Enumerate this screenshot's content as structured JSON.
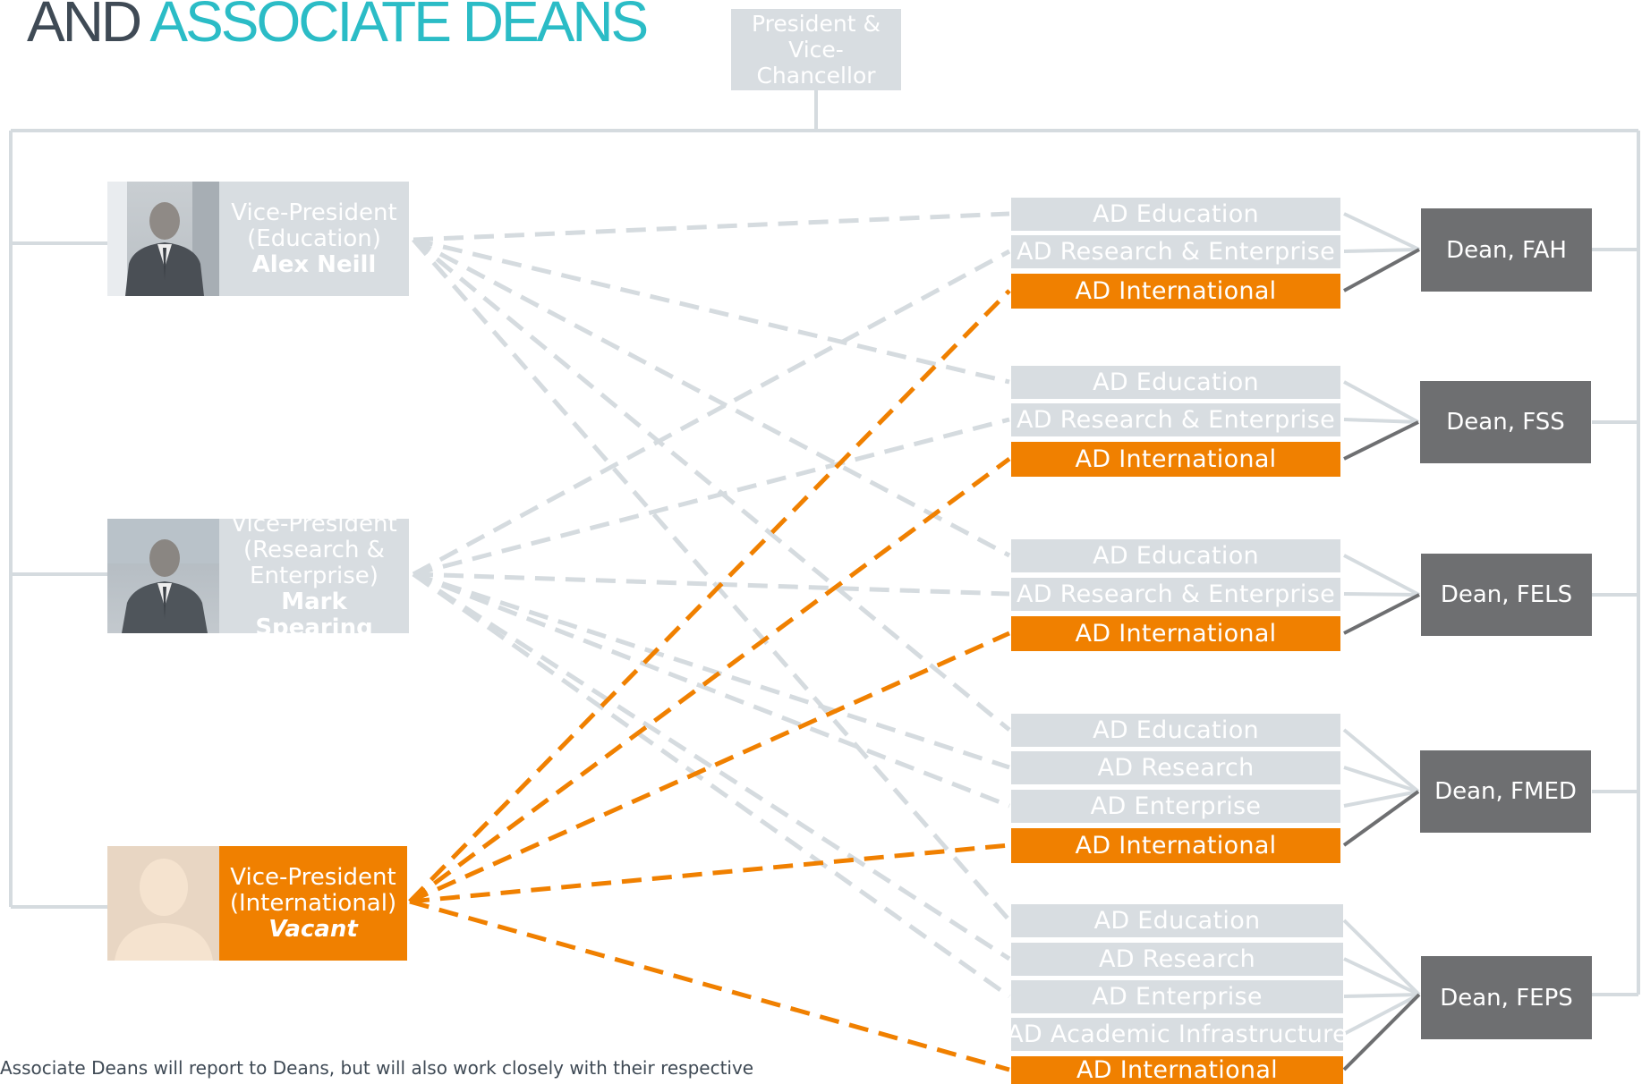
{
  "title": {
    "part1": "AND",
    "part2": "ASSOCIATE DEANS"
  },
  "president": {
    "label": "President & Vice-Chancellor"
  },
  "vps": {
    "education": {
      "role": "Vice-President",
      "portfolio": "(Education)",
      "name": "Alex Neill"
    },
    "research": {
      "role": "Vice-President",
      "portfolio": "(Research & Enterprise)",
      "name": "Mark Spearing"
    },
    "international": {
      "role": "Vice-President",
      "portfolio": "(International)",
      "name": "Vacant"
    }
  },
  "faculties": {
    "fah": {
      "dean": "Dean, FAH",
      "ads": [
        "AD Education",
        "AD Research & Enterprise",
        "AD International"
      ]
    },
    "fss": {
      "dean": "Dean, FSS",
      "ads": [
        "AD Education",
        "AD Research & Enterprise",
        "AD International"
      ]
    },
    "fels": {
      "dean": "Dean, FELS",
      "ads": [
        "AD Education",
        "AD Research & Enterprise",
        "AD International"
      ]
    },
    "fmed": {
      "dean": "Dean, FMED",
      "ads": [
        "AD Education",
        "AD Research",
        "AD Enterprise",
        "AD International"
      ]
    },
    "feps": {
      "dean": "Dean, FEPS",
      "ads": [
        "AD Education",
        "AD Research",
        "AD Enterprise",
        "AD Academic Infrastructure",
        "AD International"
      ]
    }
  },
  "footnote": "Associate Deans will report to Deans, but will also work closely with their respective",
  "colors": {
    "orange": "#f08000",
    "light_grey": "#d8dde1",
    "dean_grey": "#6e6f71",
    "teal": "#2bbcc6",
    "dark": "#3f4a55"
  },
  "links": {
    "education": [
      [
        "fah",
        0
      ],
      [
        "fss",
        0
      ],
      [
        "fels",
        0
      ],
      [
        "fmed",
        0
      ],
      [
        "feps",
        0
      ]
    ],
    "research": [
      [
        "fah",
        1
      ],
      [
        "fss",
        1
      ],
      [
        "fels",
        1
      ],
      [
        "fmed",
        1
      ],
      [
        "fmed",
        2
      ],
      [
        "feps",
        1
      ],
      [
        "feps",
        2
      ]
    ],
    "international": [
      [
        "fah",
        2
      ],
      [
        "fss",
        2
      ],
      [
        "fels",
        2
      ],
      [
        "fmed",
        3
      ],
      [
        "feps",
        4
      ]
    ]
  }
}
